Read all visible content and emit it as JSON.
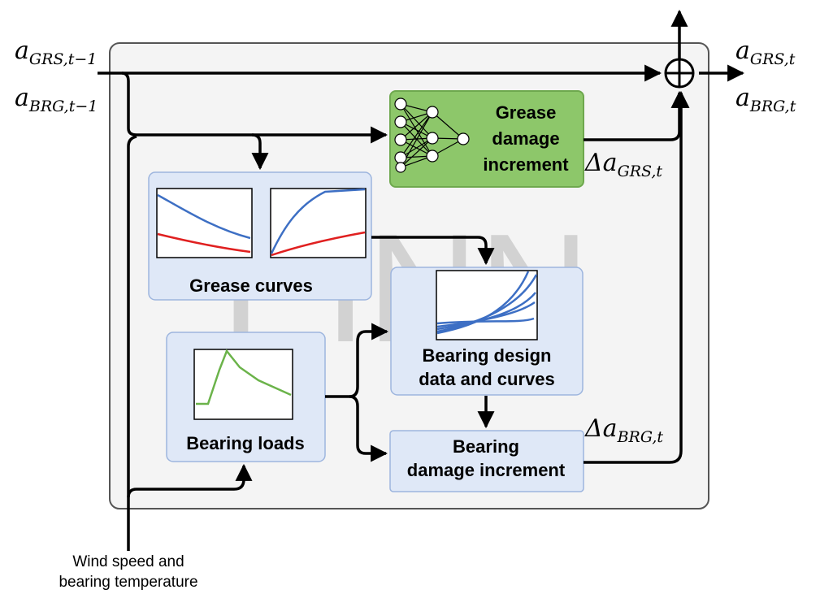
{
  "labels": {
    "a_grs_prev": {
      "base": "a",
      "sub": "GRS,t−1"
    },
    "a_brg_prev": {
      "base": "a",
      "sub": "BRG,t−1"
    },
    "a_grs_out": {
      "base": "a",
      "sub": "GRS,t"
    },
    "a_brg_out": {
      "base": "a",
      "sub": "BRG,t"
    },
    "delta_grs": {
      "base": "Δa",
      "sub": "GRS,t"
    },
    "delta_brg": {
      "base": "Δa",
      "sub": "BRG,t"
    }
  },
  "blocks": {
    "grease_damage": [
      "Grease",
      "damage",
      "increment"
    ],
    "grease_curves": "Grease curves",
    "bearing_design": [
      "Bearing design",
      "data and curves"
    ],
    "bearing_loads": "Bearing loads",
    "bearing_damage": [
      "Bearing",
      "damage increment"
    ]
  },
  "input_note": [
    "Wind speed and",
    "bearing temperature"
  ],
  "watermark": "PINN",
  "colors": {
    "outer_fill": "#f4f4f4",
    "outer_stroke": "#555555",
    "blue_fill": "#dfe8f7",
    "blue_stroke": "#9db5de",
    "green_fill": "#8dc76a",
    "green_stroke": "#6ea84e",
    "curve_blue": "#3d6fc4",
    "curve_red": "#e02020",
    "curve_green": "#6bb34a"
  }
}
